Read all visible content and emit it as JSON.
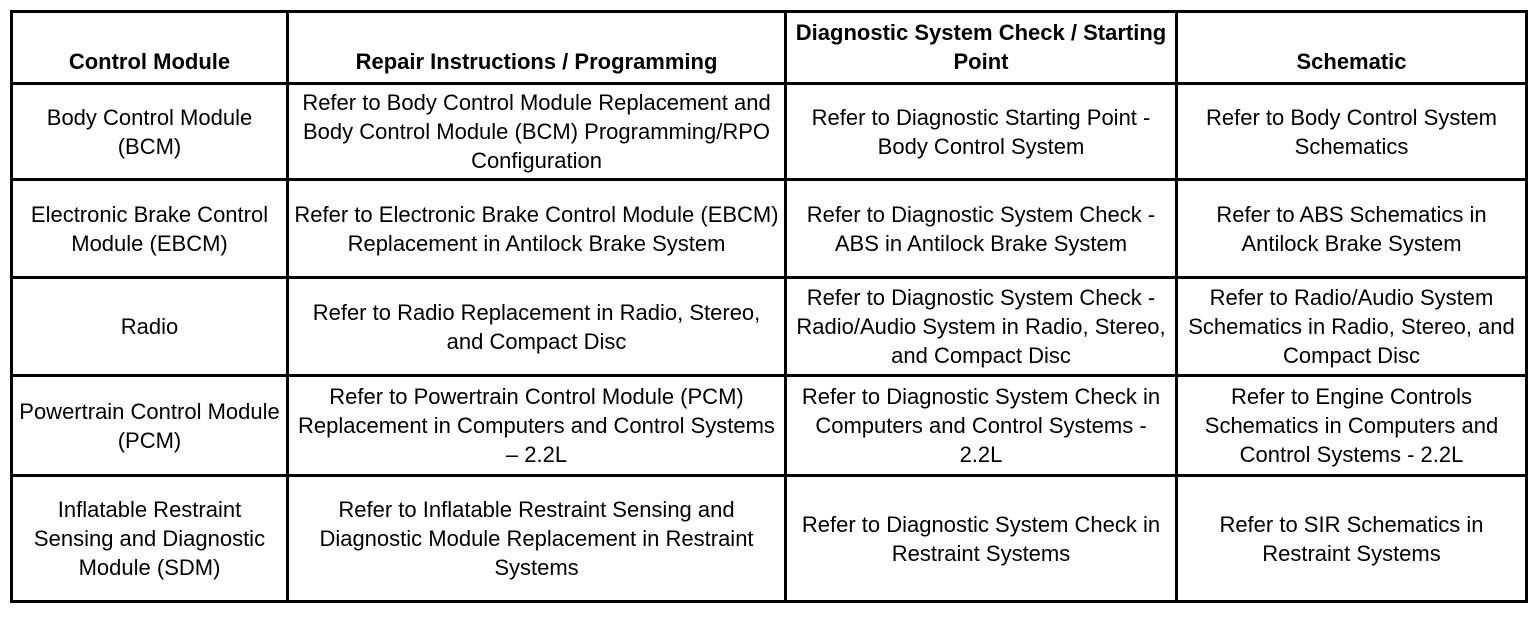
{
  "table": {
    "headers": [
      "Control Module",
      "Repair Instructions / Programming",
      "Diagnostic System Check / Starting Point",
      "Schematic"
    ],
    "rows": [
      {
        "module": "Body Control Module (BCM)",
        "repair": "Refer to Body Control Module Replacement and Body Control Module (BCM) Programming/RPO Configuration",
        "diagnostic": "Refer to Diagnostic Starting Point - Body Control System",
        "schematic": "Refer to Body Control System Schematics"
      },
      {
        "module": "Electronic Brake Control Module (EBCM)",
        "repair": "Refer to Electronic Brake Control Module (EBCM) Replacement in Antilock Brake System",
        "diagnostic": "Refer to Diagnostic System Check - ABS in Antilock Brake System",
        "schematic": "Refer to ABS Schematics in Antilock Brake System"
      },
      {
        "module": "Radio",
        "repair": "Refer to Radio Replacement in Radio, Stereo, and Compact Disc",
        "diagnostic": "Refer to Diagnostic System Check - Radio/Audio System in Radio, Stereo, and Compact Disc",
        "schematic": "Refer to Radio/Audio System Schematics in Radio, Stereo, and Compact Disc"
      },
      {
        "module": "Powertrain Control Module (PCM)",
        "repair": "Refer to Powertrain Control Module (PCM) Replacement in Computers and Control Systems – 2.2L",
        "diagnostic": "Refer to Diagnostic System Check in Computers and Control Systems - 2.2L",
        "schematic": "Refer to Engine Controls Schematics in Computers and Control Systems - 2.2L"
      },
      {
        "module": "Inflatable Restraint Sensing and Diagnostic Module (SDM)",
        "repair": "Refer to Inflatable Restraint Sensing and Diagnostic Module Replacement in Restraint Systems",
        "diagnostic": "Refer to Diagnostic System Check  in Restraint Systems",
        "schematic": "Refer to SIR Schematics in Restraint Systems"
      }
    ]
  }
}
